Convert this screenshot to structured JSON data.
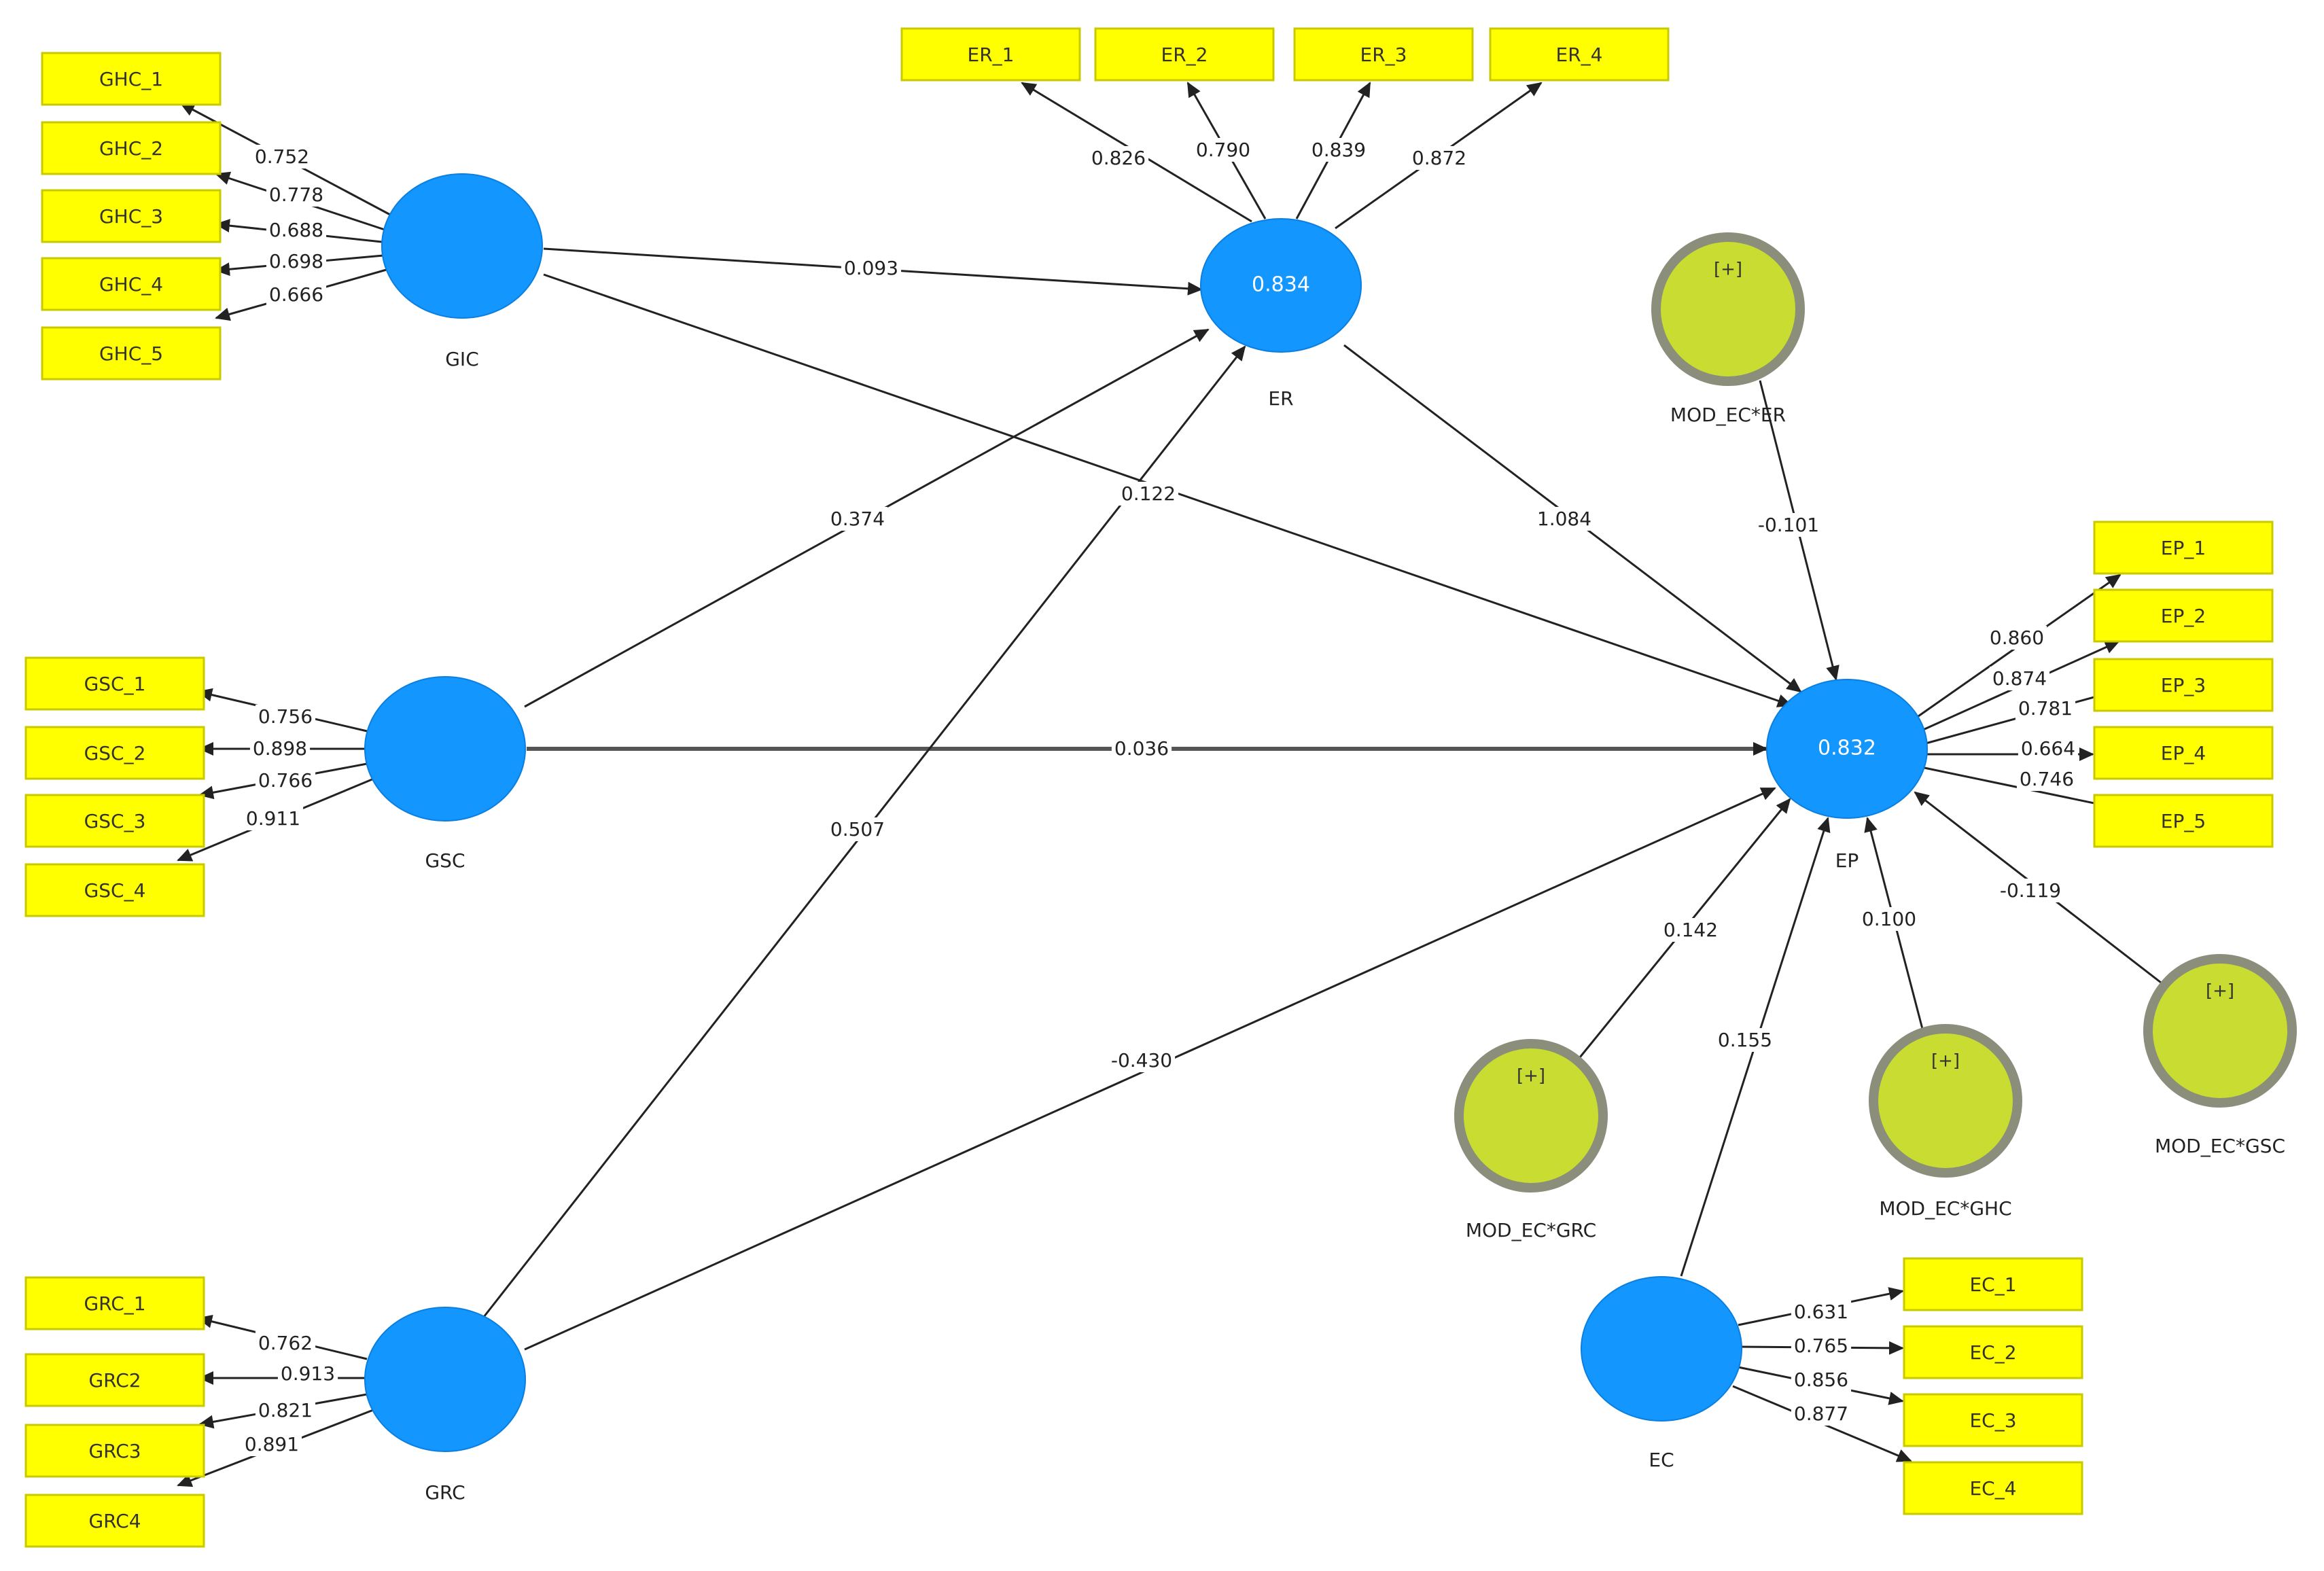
{
  "diagram": {
    "constructs": {
      "GIC": {
        "label": "GIC",
        "r2": ""
      },
      "GSC": {
        "label": "GSC",
        "r2": ""
      },
      "GRC": {
        "label": "GRC",
        "r2": ""
      },
      "ER": {
        "label": "ER",
        "r2": "0.834"
      },
      "EP": {
        "label": "EP",
        "r2": "0.832"
      },
      "EC": {
        "label": "EC",
        "r2": ""
      }
    },
    "moderators": {
      "MOD_EC_ER": {
        "label": "MOD_EC*ER",
        "expand": "[+]"
      },
      "MOD_EC_GRC": {
        "label": "MOD_EC*GRC",
        "expand": "[+]"
      },
      "MOD_EC_GHC": {
        "label": "MOD_EC*GHC",
        "expand": "[+]"
      },
      "MOD_EC_GSC": {
        "label": "MOD_EC*GSC",
        "expand": "[+]"
      }
    },
    "indicators": {
      "GHC_1": "GHC_1",
      "GHC_2": "GHC_2",
      "GHC_3": "GHC_3",
      "GHC_4": "GHC_4",
      "GHC_5": "GHC_5",
      "GSC_1": "GSC_1",
      "GSC_2": "GSC_2",
      "GSC_3": "GSC_3",
      "GSC_4": "GSC_4",
      "GRC_1": "GRC_1",
      "GRC2": "GRC2",
      "GRC3": "GRC3",
      "GRC4": "GRC4",
      "ER_1": "ER_1",
      "ER_2": "ER_2",
      "ER_3": "ER_3",
      "ER_4": "ER_4",
      "EP_1": "EP_1",
      "EP_2": "EP_2",
      "EP_3": "EP_3",
      "EP_4": "EP_4",
      "EP_5": "EP_5",
      "EC_1": "EC_1",
      "EC_2": "EC_2",
      "EC_3": "EC_3",
      "EC_4": "EC_4"
    },
    "loadings": {
      "GHC_1": "0.752",
      "GHC_2": "0.778",
      "GHC_3": "0.688",
      "GHC_4": "0.698",
      "GHC_5": "0.666",
      "GSC_1": "0.756",
      "GSC_2": "0.898",
      "GSC_3": "0.766",
      "GSC_4": "0.911",
      "GRC_1": "0.762",
      "GRC2": "0.913",
      "GRC3": "0.821",
      "GRC4": "0.891",
      "ER_1": "0.826",
      "ER_2": "0.790",
      "ER_3": "0.839",
      "ER_4": "0.872",
      "EP_1": "0.860",
      "EP_2": "0.874",
      "EP_3": "0.781",
      "EP_4": "0.664",
      "EP_5": "0.746",
      "EC_1": "0.631",
      "EC_2": "0.765",
      "EC_3": "0.856",
      "EC_4": "0.877"
    },
    "paths": {
      "GIC_ER": "0.093",
      "GIC_EP": "0.122",
      "GSC_ER": "0.374",
      "GSC_EP": "0.036",
      "GRC_ER": "0.507",
      "GRC_EP": "-0.430",
      "ER_EP": "1.084",
      "MOD_EC_ER_EP": "-0.101",
      "MOD_EC_GRC_EP": "0.142",
      "EC_EP": "0.155",
      "MOD_EC_GHC_EP": "0.100",
      "MOD_EC_GSC_EP": "-0.119"
    },
    "colors": {
      "indicator_fill": "#ffff00",
      "construct_fill": "#1496ff",
      "moderator_fill": "#c8dc32",
      "moderator_border": "#8a8e7a"
    }
  }
}
